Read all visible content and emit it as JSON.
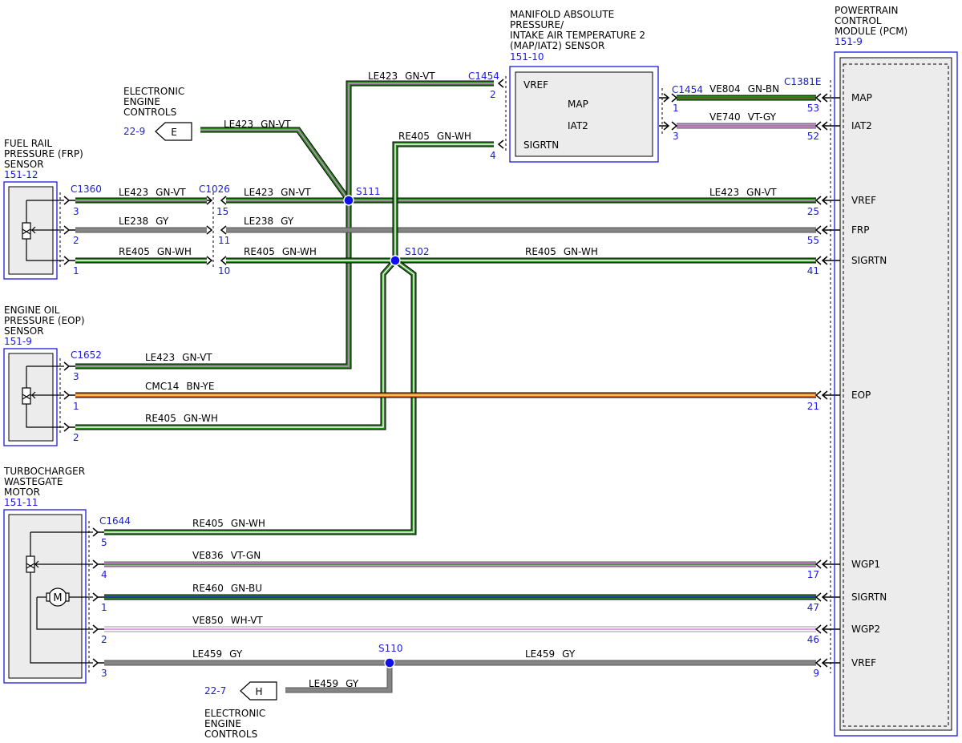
{
  "colors": {
    "GN": "#2a8a1e",
    "GY": "#858585",
    "VT": "#d08ad6",
    "WH": "#ffffff",
    "BN": "#7a5024",
    "YE": "#f0e060",
    "OG": "#e06a20",
    "BU": "#1a1ae0",
    "ref_blue": "#1a1ae0",
    "splice": "#1010ee"
  },
  "components": {
    "frp": {
      "name": [
        "FUEL RAIL",
        "PRESSURE (FRP)",
        "SENSOR"
      ],
      "ref": "151-12"
    },
    "eop": {
      "name": [
        "ENGINE OIL",
        "PRESSURE (EOP)",
        "SENSOR"
      ],
      "ref": "151-9"
    },
    "wgm": {
      "name": [
        "TURBOCHARGER",
        "WASTEGATE",
        "MOTOR"
      ],
      "ref": "151-11",
      "motor_symbol": "M"
    },
    "map": {
      "name": [
        "MANIFOLD ABSOLUTE",
        "PRESSURE/",
        "INTAKE AIR TEMPERATURE 2",
        "(MAP/IAT2) SENSOR"
      ],
      "ref": "151-10",
      "pins": [
        "VREF",
        "MAP",
        "IAT2",
        "SIGRTN"
      ]
    },
    "pcm": {
      "name": [
        "POWERTRAIN",
        "CONTROL",
        "MODULE (PCM)"
      ],
      "ref": "151-9",
      "pins": [
        "MAP",
        "IAT2",
        "VREF",
        "FRP",
        "SIGRTN",
        "EOP",
        "WGP1",
        "SIGRTN",
        "WGP2",
        "VREF"
      ]
    },
    "eec_e": {
      "name": [
        "ELECTRONIC",
        "ENGINE",
        "CONTROLS"
      ],
      "ref": "22-9",
      "letter": "E"
    },
    "eec_h": {
      "name": [
        "ELECTRONIC",
        "ENGINE",
        "CONTROLS"
      ],
      "ref": "22-7",
      "letter": "H"
    }
  },
  "connectors": [
    "C1360",
    "C1026",
    "C1454",
    "C1454",
    "C1381E",
    "C1652",
    "C1644"
  ],
  "splices": [
    "S111",
    "S102",
    "S110"
  ],
  "pin_numbers": {
    "frp": [
      "3",
      "2",
      "1"
    ],
    "c1026": [
      "15",
      "11",
      "10"
    ],
    "map_left": [
      "2",
      "4"
    ],
    "map_right": [
      "1",
      "3"
    ],
    "pcm_map": [
      "53",
      "52"
    ],
    "pcm_mid": [
      "25",
      "55",
      "41",
      "21"
    ],
    "eop": [
      "3",
      "1",
      "2"
    ],
    "wgm": [
      "5",
      "4",
      "1",
      "2",
      "3"
    ],
    "pcm_wgm": [
      "17",
      "47",
      "46",
      "9"
    ]
  },
  "wires": [
    {
      "circuit": "LE423",
      "color": "GN-VT"
    },
    {
      "circuit": "LE423",
      "color": "GN-VT"
    },
    {
      "circuit": "LE423",
      "color": "GN-VT"
    },
    {
      "circuit": "LE423",
      "color": "GN-VT"
    },
    {
      "circuit": "LE423",
      "color": "GN-VT"
    },
    {
      "circuit": "LE423",
      "color": "GN-VT"
    },
    {
      "circuit": "LE238",
      "color": "GY"
    },
    {
      "circuit": "LE238",
      "color": "GY"
    },
    {
      "circuit": "RE405",
      "color": "GN-WH"
    },
    {
      "circuit": "RE405",
      "color": "GN-WH"
    },
    {
      "circuit": "RE405",
      "color": "GN-WH"
    },
    {
      "circuit": "RE405",
      "color": "GN-WH"
    },
    {
      "circuit": "RE405",
      "color": "GN-WH"
    },
    {
      "circuit": "RE405",
      "color": "GN-WH"
    },
    {
      "circuit": "VE804",
      "color": "GN-BN"
    },
    {
      "circuit": "VE740",
      "color": "VT-GY"
    },
    {
      "circuit": "CMC14",
      "color": "BN-YE"
    },
    {
      "circuit": "VE836",
      "color": "VT-GN"
    },
    {
      "circuit": "RE460",
      "color": "GN-BU"
    },
    {
      "circuit": "VE850",
      "color": "WH-VT"
    },
    {
      "circuit": "LE459",
      "color": "GY"
    },
    {
      "circuit": "LE459",
      "color": "GY"
    },
    {
      "circuit": "LE459",
      "color": "GY"
    }
  ]
}
